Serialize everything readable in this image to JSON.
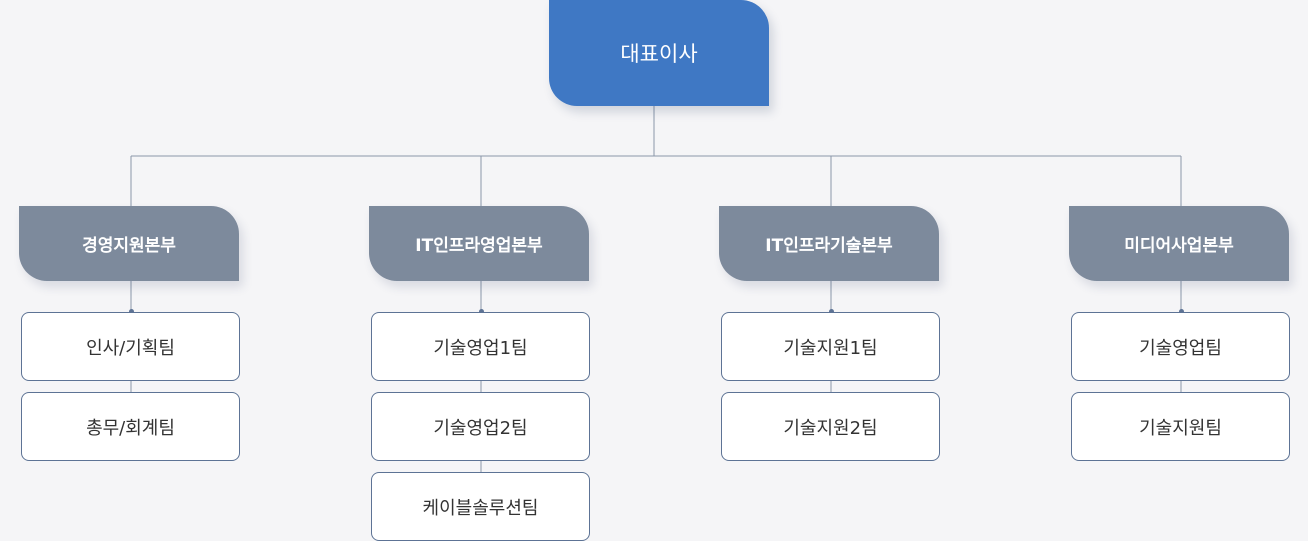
{
  "ceo": {
    "label": "대표이사"
  },
  "divisions": [
    {
      "label": "경영지원본부",
      "teams": [
        "인사/기획팀",
        "총무/회계팀"
      ]
    },
    {
      "label": "IT인프라영업본부",
      "teams": [
        "기술영업1팀",
        "기술영업2팀",
        "케이블솔루션팀"
      ]
    },
    {
      "label": "IT인프라기술본부",
      "teams": [
        "기술지원1팀",
        "기술지원2팀"
      ]
    },
    {
      "label": "미디어사업본부",
      "teams": [
        "기술영업팀",
        "기술지원팀"
      ]
    }
  ],
  "colors": {
    "ceo": "#3f78c4",
    "division": "#7d8a9c",
    "team_border": "#5d7395",
    "line": "#8a97aa",
    "background": "#f5f5f7"
  }
}
